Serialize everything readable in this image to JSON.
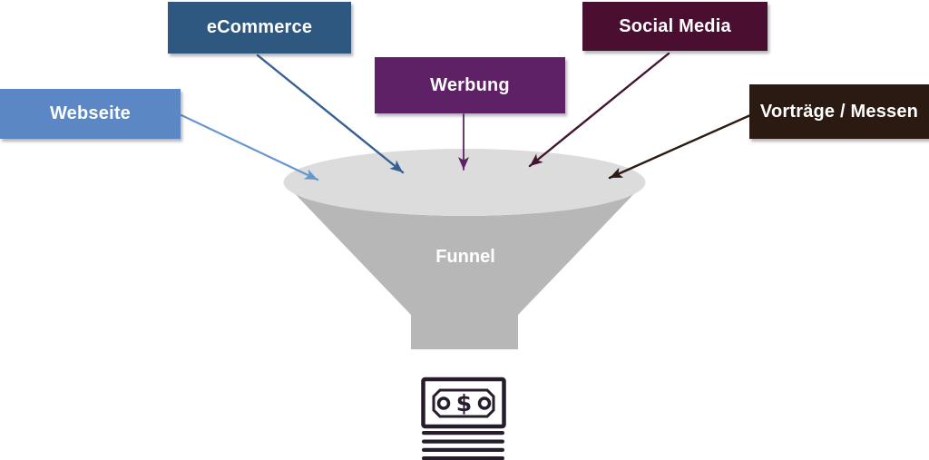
{
  "background": "#ffffff",
  "sources": [
    {
      "label": "Webseite",
      "box_color": "#5b87c4",
      "arrow_color": "#6795ce",
      "connects_to": "Funnel"
    },
    {
      "label": "eCommerce",
      "box_color": "#2f5880",
      "arrow_color": "#35608f",
      "connects_to": "Funnel"
    },
    {
      "label": "Werbung",
      "box_color": "#5e2166",
      "arrow_color": "#5e2166",
      "connects_to": "Funnel"
    },
    {
      "label": "Social Media",
      "box_color": "#4a0f30",
      "arrow_color": "#421530",
      "connects_to": "Funnel"
    },
    {
      "label": "Vorträge / Messen",
      "box_color": "#2a1a11",
      "arrow_color": "#2b1b12",
      "connects_to": "Funnel"
    }
  ],
  "funnel": {
    "label": "Funnel",
    "body_color": "#b7b7b8",
    "top_color": "#dcdcdd",
    "label_color": "#ffffff"
  },
  "money_icon": {
    "symbol": "$",
    "color": "#271c2b"
  }
}
